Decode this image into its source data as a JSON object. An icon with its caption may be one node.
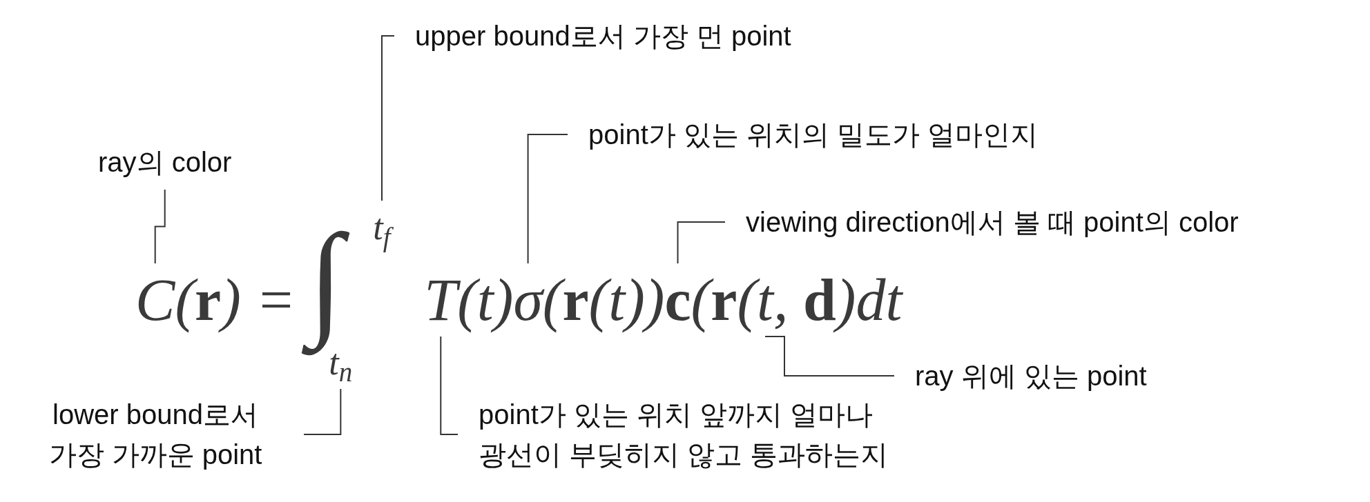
{
  "diagram": {
    "nodes": [
      {
        "text": [
          "ray의 color"
        ]
      },
      {
        "text": [
          "upper bound로서 가장 먼 point"
        ]
      },
      {
        "text": [
          "point가 있는 위치의 밀도가 얼마인지"
        ]
      },
      {
        "text": [
          "viewing direction에서 볼 때 point의 color"
        ]
      },
      {
        "text": [
          "ray 위에 있는 point"
        ]
      },
      {
        "text": [
          "lower bound로서 가장 가까운 point"
        ]
      },
      {
        "text": [
          "point가 있는 위치 앞까지 얼마나 광선이 부딪히지 않고 통과하는지"
        ]
      },
      {
        "text": [
          "C"
        ]
      },
      {
        "text": [
          "t$_{f}$"
        ]
      },
      {
        "text": [
          "t$_{n}$"
        ]
      },
      {
        "text": [
          "T"
        ]
      },
      {
        "text": [
          "σ"
        ]
      },
      {
        "text": [
          "c"
        ]
      },
      {
        "text": [
          "t"
        ]
      }
    ],
    "edges": [
      {
        "from": 0,
        "to": 7,
        "arrow": "none"
      },
      {
        "from": 1,
        "to": 8,
        "arrow": "none"
      },
      {
        "from": 2,
        "to": 11,
        "arrow": "none"
      },
      {
        "from": 3,
        "to": 12,
        "arrow": "none"
      },
      {
        "from": 4,
        "to": 13,
        "arrow": "none"
      },
      {
        "from": 5,
        "to": 9,
        "arrow": "none"
      },
      {
        "from": 6,
        "to": 10,
        "arrow": "none"
      }
    ],
    "labels": [
      "(**r**) =",
      "∫",
      "(t)",
      "(**r**(t))",
      "(**r**(",
      ", **d**)dt"
    ]
  }
}
